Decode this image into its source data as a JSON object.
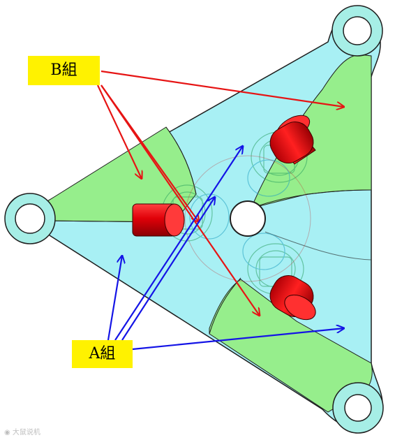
{
  "labels": {
    "group_b": "B組",
    "group_a": "A組"
  },
  "watermark": "大鼠说机",
  "colors": {
    "group_a_fill": "#a8f0f4",
    "group_b_fill": "#96ee8c",
    "arrow_a": "#1414e6",
    "arrow_b": "#e61414",
    "label_bg": "#fff200",
    "cylinder": "#e8000a",
    "ring": "#a6eee6"
  },
  "icons": {
    "watermark_logo": "camera-like-logo-icon"
  }
}
